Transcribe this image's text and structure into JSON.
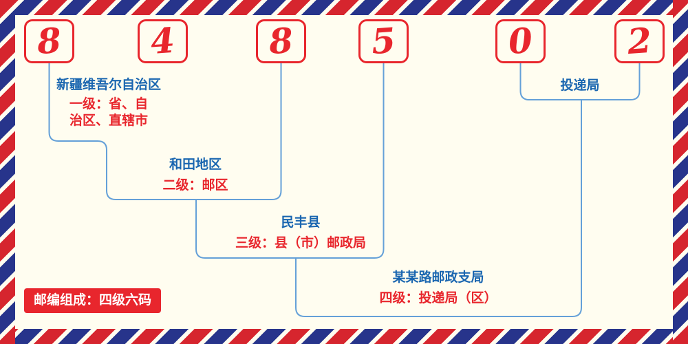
{
  "postal_code": {
    "digits": [
      "8",
      "4",
      "8",
      "5",
      "0",
      "2"
    ]
  },
  "labels": {
    "delivery_office": "投递局",
    "levels": [
      {
        "name": "新疆维吾尔自治区",
        "desc": "一级：省、自治区、直辖市"
      },
      {
        "name": "和田地区",
        "desc": "二级：邮区"
      },
      {
        "name": "民丰县",
        "desc": "三级：县（市）邮政局"
      },
      {
        "name": "某某路邮政支局",
        "desc": "四级：投递局（区）"
      }
    ],
    "footer_badge": "邮编组成：四级六码"
  },
  "colors": {
    "accent_red": "#e8262d",
    "label_blue": "#1a66b0",
    "line_blue": "#64a0d8",
    "stripe_red": "#d6252e",
    "stripe_blue": "#27348b",
    "background": "#fffdf0"
  }
}
